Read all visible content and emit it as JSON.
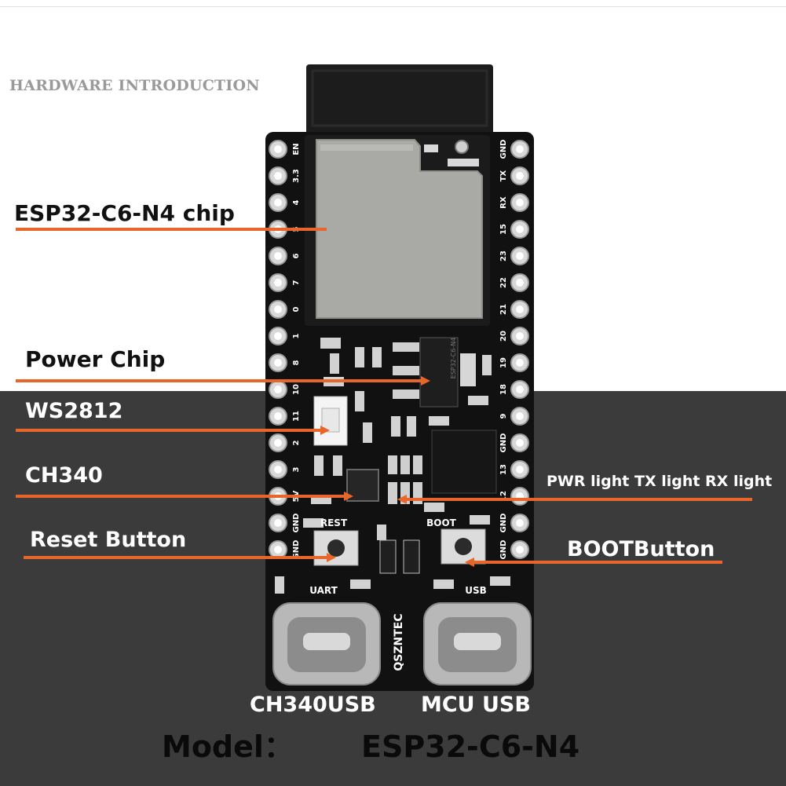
{
  "section_title": "HARDWARE INTRODUCTION",
  "board": {
    "module_text": "ESP32-C6-N4",
    "brand_text": "QSZNTEC",
    "reset_label": "REST",
    "boot_label": "BOOT",
    "uart_label": "UART",
    "usb_label": "USB",
    "left_pins": [
      "EN",
      "3.3",
      "4",
      "5",
      "6",
      "7",
      "0",
      "1",
      "8",
      "10",
      "11",
      "2",
      "3",
      "5V",
      "GND",
      "GND"
    ],
    "right_pins": [
      "GND",
      "TX",
      "RX",
      "15",
      "23",
      "22",
      "21",
      "20",
      "19",
      "18",
      "9",
      "GND",
      "13",
      "12",
      "GND",
      "GND"
    ]
  },
  "callouts": {
    "esp32_chip": "ESP32-C6-N4 chip",
    "power_chip": "Power Chip",
    "ws2812": "WS2812",
    "ch340": "CH340",
    "reset_button": "Reset Button",
    "leds": "PWR light TX light RX light",
    "boot_button": "BOOTButton",
    "ch340_usb": "CH340USB",
    "mcu_usb": "MCU USB"
  },
  "model": {
    "label": "Model：",
    "value": "ESP32-C6-N4"
  },
  "colors": {
    "callout_line": "#e8662a",
    "pcb": "#111111",
    "shield": "#a9a9a6",
    "bottom_bg": "#3b3b3b"
  }
}
